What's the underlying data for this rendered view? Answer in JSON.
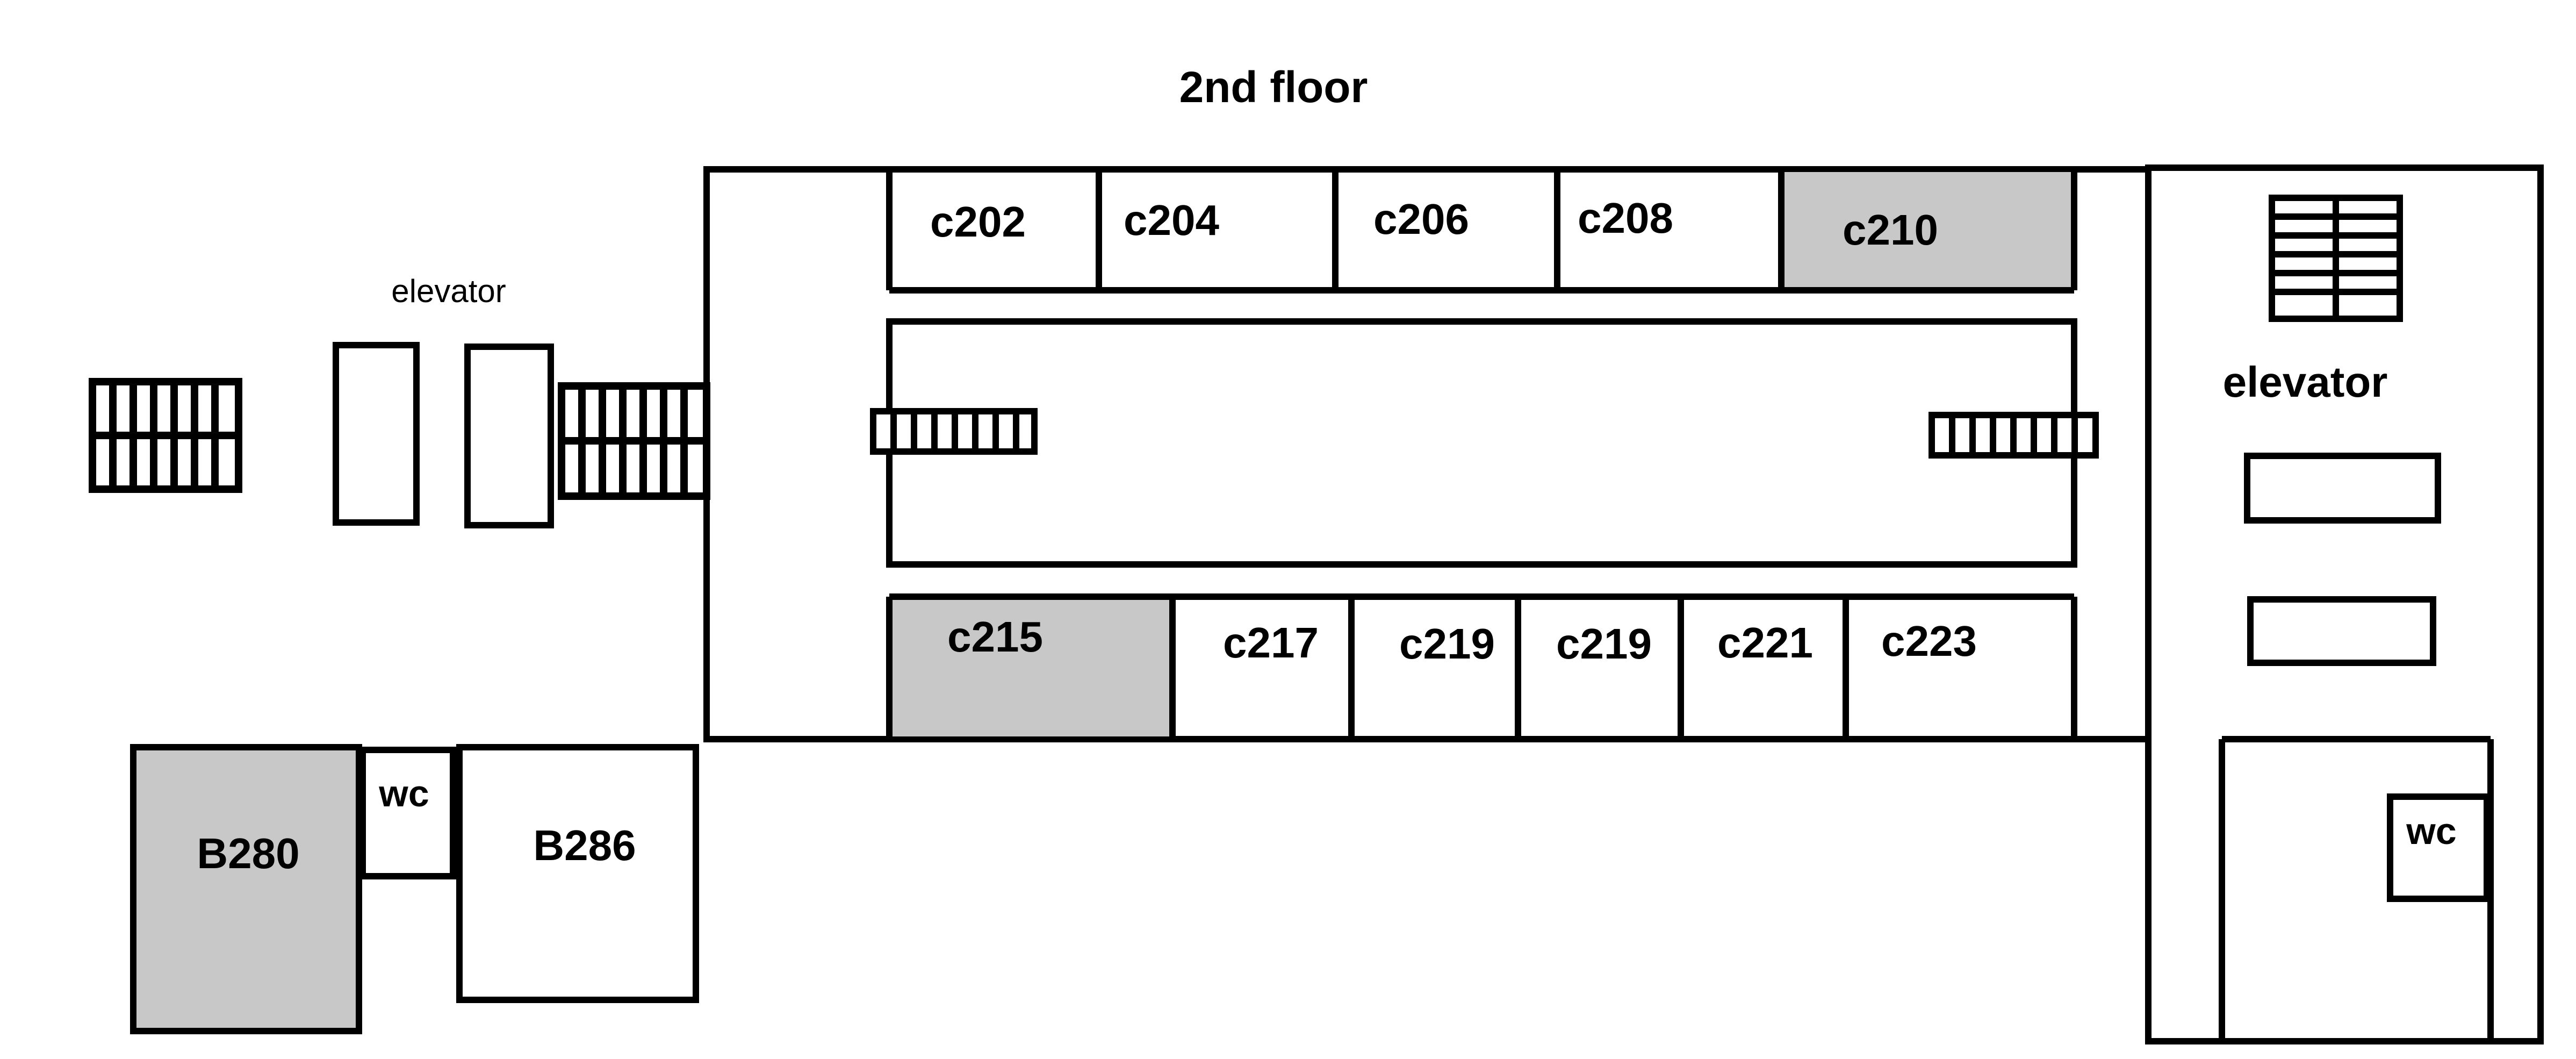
{
  "title": "2nd floor",
  "colors": {
    "highlight": "#c8c8c8",
    "line": "#000000",
    "background": "#ffffff"
  },
  "rooms": {
    "c202": "c202",
    "c204": "c204",
    "c206": "c206",
    "c208": "c208",
    "c210": "c210",
    "c215": "c215",
    "c217": "c217",
    "c219a": "c219",
    "c219b": "c219",
    "c221": "c221",
    "c223": "c223",
    "b280": "B280",
    "b286": "B286"
  },
  "highlighted_rooms": [
    "c210",
    "c215",
    "B280"
  ],
  "labels": {
    "elevator_left": "elevator",
    "elevator_right": "elevator",
    "wc_left": "wc",
    "wc_right": "wc"
  },
  "icons": [
    "stairs-icon",
    "elevator-car-icon",
    "wc-icon"
  ]
}
